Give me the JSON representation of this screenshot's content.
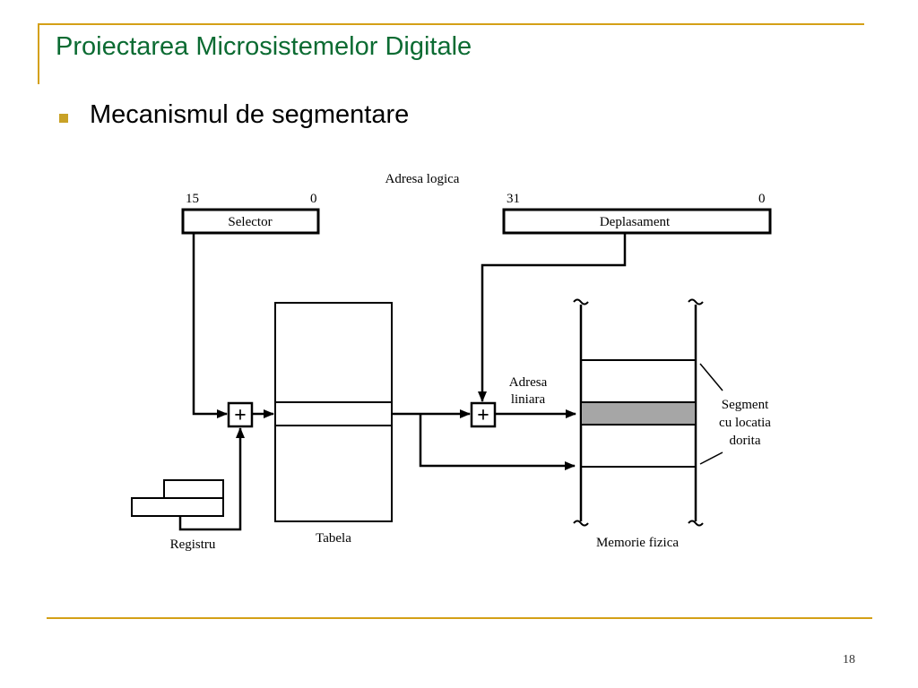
{
  "slide": {
    "title": "Proiectarea Microsistemelor Digitale",
    "bullet": "Mecanismul de segmentare",
    "page_number": "18",
    "accent_color": "#d4a017",
    "title_color": "#0b6b32"
  },
  "diagram": {
    "logical_address_label": "Adresa logica",
    "selector": {
      "label": "Selector",
      "bit_high": "15",
      "bit_low": "0"
    },
    "offset": {
      "label": "Deplasament",
      "bit_high": "31",
      "bit_low": "0"
    },
    "adder_symbol": "+",
    "linear_address_label": [
      "Adresa",
      "liniara"
    ],
    "register_label": "Registru",
    "table_label": "Tabela",
    "memory_label": "Memorie fizica",
    "segment_label": [
      "Segment",
      "cu locatia",
      "dorita"
    ],
    "highlight_color": "#a6a6a6"
  }
}
